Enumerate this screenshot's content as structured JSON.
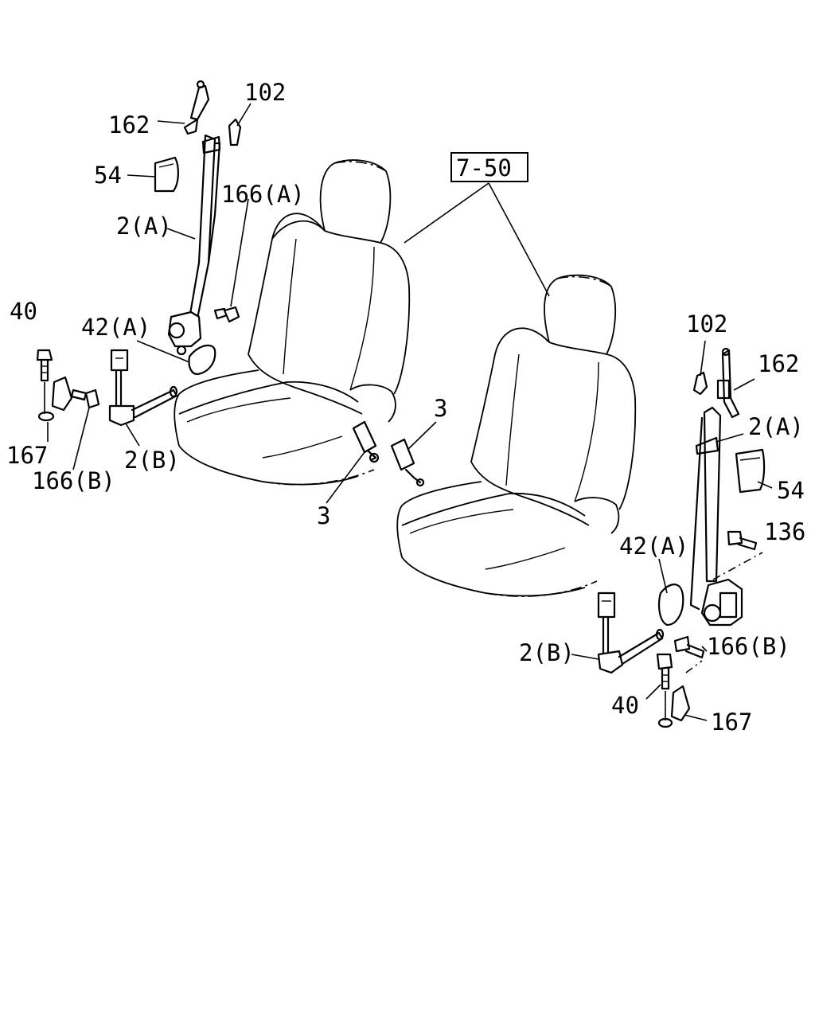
{
  "diagram": {
    "reference_box": "7-50",
    "labels": {
      "l_162": "162",
      "l_102": "102",
      "l_54": "54",
      "l_166a": "166(A)",
      "l_2a": "2(A)",
      "l_40": "40",
      "l_42a": "42(A)",
      "l_167": "167",
      "l_166b": "166(B)",
      "l_2b": "2(B)",
      "l_3a": "3",
      "l_3b": "3",
      "r_102": "102",
      "r_162": "162",
      "r_2a": "2(A)",
      "r_54": "54",
      "r_136": "136",
      "r_42a": "42(A)",
      "r_166b": "166(B)",
      "r_2b": "2(B)",
      "r_40": "40",
      "r_167": "167"
    }
  }
}
